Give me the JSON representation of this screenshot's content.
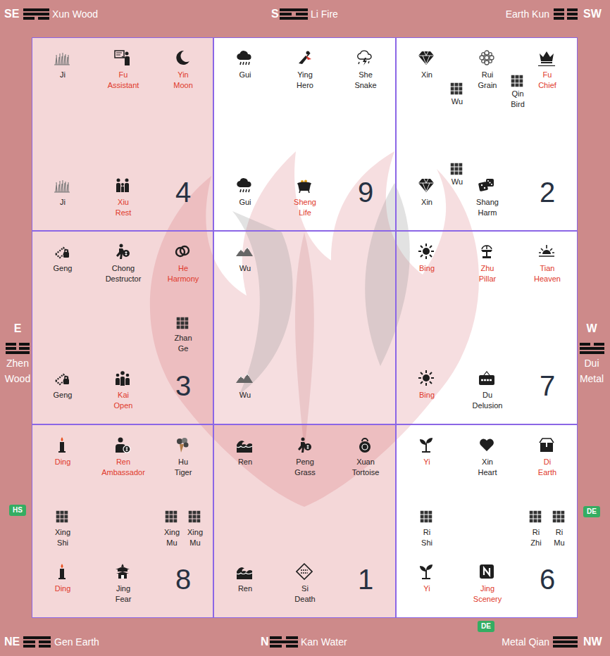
{
  "diagram": {
    "nodes": [
      {
        "text": [
          "Ji",
          "Fu Assistant",
          "Yin Moon",
          "Ji",
          "Xiu Rest",
          "4"
        ]
      },
      {
        "text": [
          "Gui",
          "Ying Hero",
          "She Snake",
          "Gui",
          "Sheng Life",
          "9"
        ]
      },
      {
        "text": [
          "Xin",
          "Rui Grain",
          "Fu Chief",
          "Qin Bird",
          "Wu",
          "Wu",
          "Xin",
          "Shang Harm",
          "2"
        ]
      },
      {
        "text": [
          "Geng",
          "Chong Destructor",
          "He Harmony",
          "Zhan Ge",
          "Geng",
          "Kai Open",
          "3"
        ]
      },
      {
        "text": [
          "Wu",
          "Wu"
        ]
      },
      {
        "text": [
          "Bing",
          "Zhu Pillar",
          "Tian Heaven",
          "Bing",
          "Du Delusion",
          "7"
        ]
      },
      {
        "text": [
          "Ding",
          "Ren Ambassador",
          "Hu Tiger",
          "Xing Shi",
          "Xing Mu",
          "Xing Mu",
          "Ding",
          "Jing Fear",
          "8"
        ]
      },
      {
        "text": [
          "Ren",
          "Peng Grass",
          "Xuan Tortoise",
          "Ren",
          "Si Death",
          "1"
        ]
      },
      {
        "text": [
          "Yi",
          "Xin Heart",
          "Di Earth",
          "Ri Shi",
          "Ri Zhi",
          "Ri Mu",
          "Yi",
          "Jing Scenery",
          "6"
        ]
      },
      {
        "text": [
          "HS"
        ]
      },
      {
        "text": [
          "DE"
        ]
      },
      {
        "text": [
          "DE"
        ]
      }
    ],
    "labels": [
      "SE",
      "Xun Wood",
      "S",
      "Li Fire",
      "Earth Kun",
      "SW",
      "E",
      "Zhen Wood",
      "W",
      "Dui Metal",
      "NE",
      "Gen Earth",
      "N",
      "Kan Water",
      "Metal Qian",
      "NW"
    ]
  }
}
